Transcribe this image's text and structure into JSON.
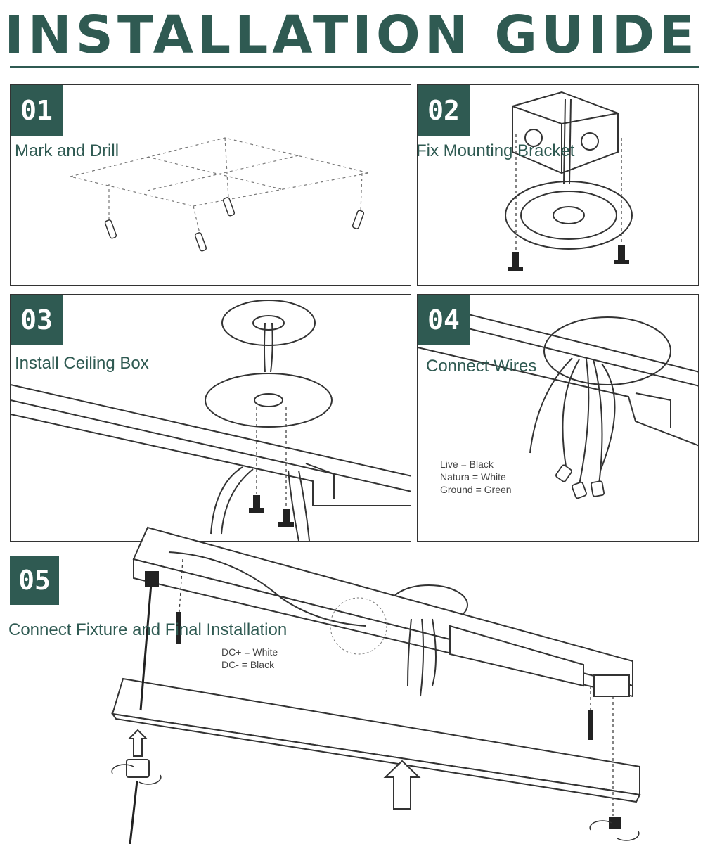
{
  "header": {
    "title": "INSTALLATION GUIDE"
  },
  "steps": [
    {
      "number": "01",
      "label": "Mark and Drill"
    },
    {
      "number": "02",
      "label": "Fix Mounting Bracket"
    },
    {
      "number": "03",
      "label": "Install Ceiling Box"
    },
    {
      "number": "04",
      "label": "Connect Wires"
    },
    {
      "number": "05",
      "label": "Connect Fixture and Final Installation"
    }
  ],
  "wire_legend_ac": [
    "Live = Black",
    "Natura = White",
    "Ground = Green"
  ],
  "wire_legend_dc": [
    "DC+ = White",
    "DC- = Black"
  ],
  "colors": {
    "accent": "#2f5a52",
    "line": "#333333"
  }
}
